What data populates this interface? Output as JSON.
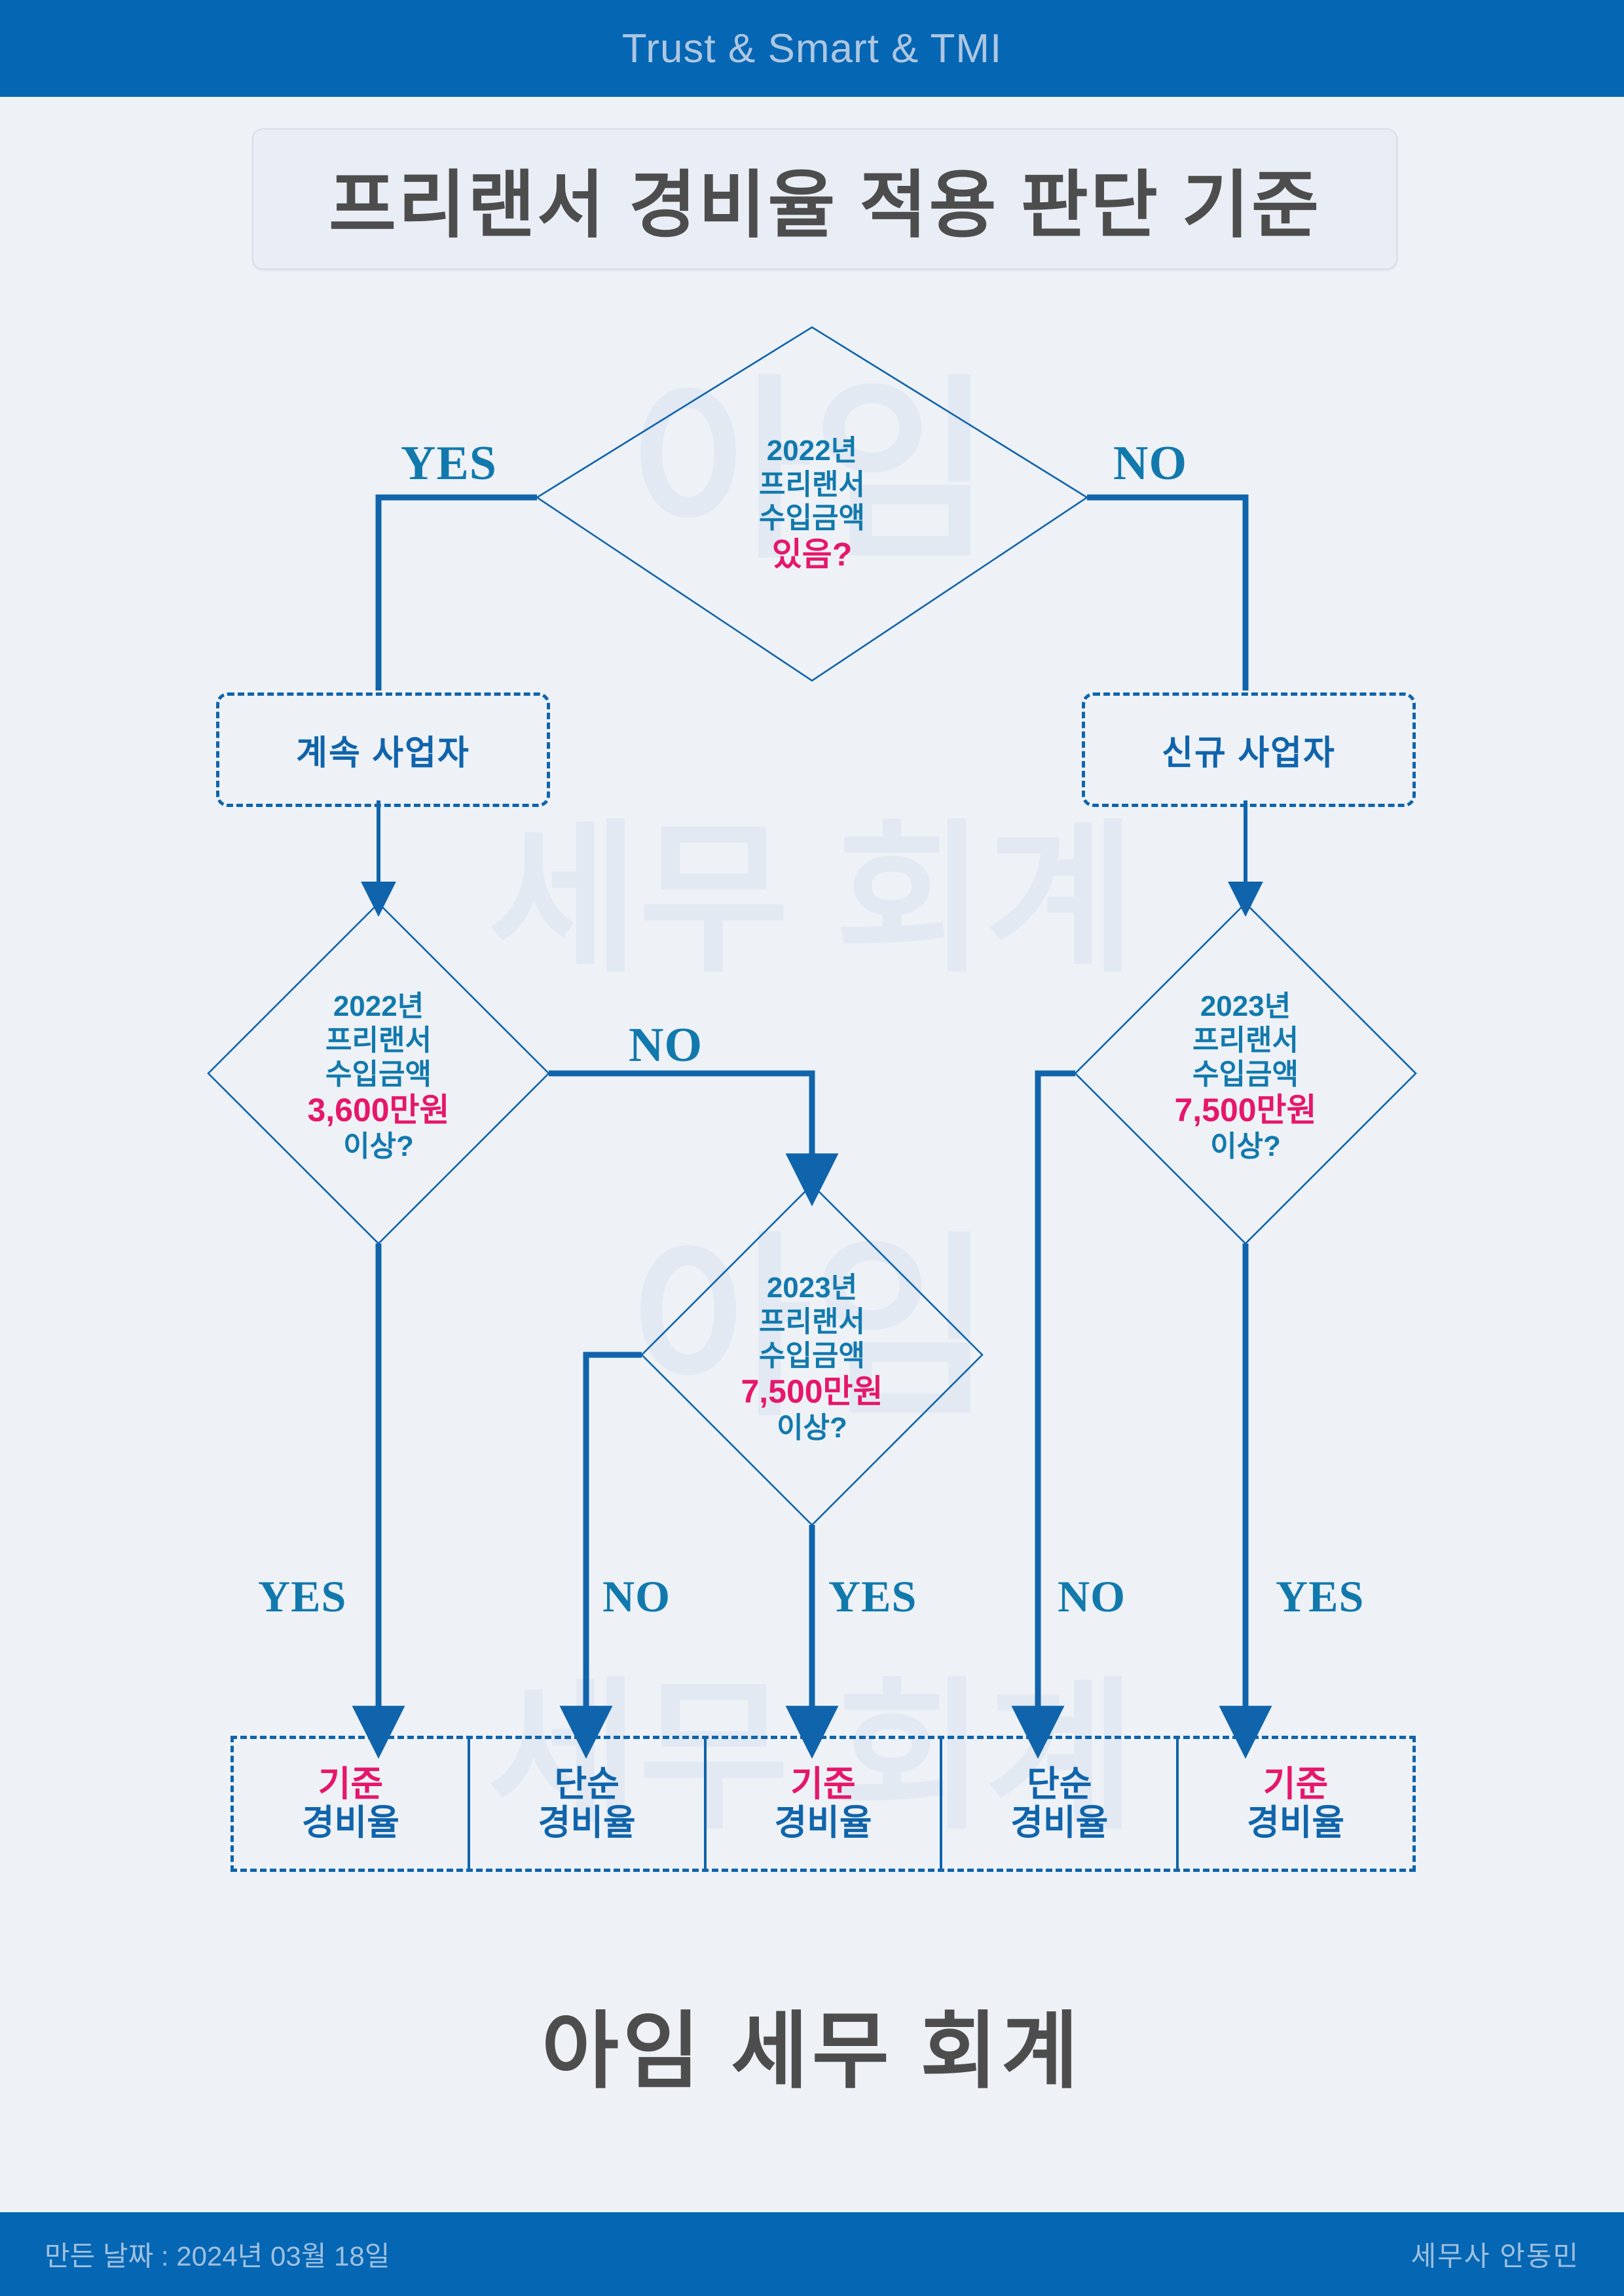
{
  "header": {
    "tagline": "Trust & Smart & TMI"
  },
  "title": {
    "text": "프리랜서 경비율 적용 판단 기준"
  },
  "brand": {
    "text": "아임 세무 회계"
  },
  "watermark": {
    "line1": "아임",
    "line2": "세무 회계",
    "line3": "아임",
    "line4": "세무 회계"
  },
  "footer": {
    "made_date": "만든 날짜 : 2024년 03월 18일",
    "author": "세무사  안동민"
  },
  "flow": {
    "decision_root": {
      "line1": "2022년",
      "line2": "프리랜서",
      "line3": "수입금액",
      "highlight": "있음?"
    },
    "decision_left": {
      "line1": "2022년",
      "line2": "프리랜서",
      "line3": "수입금액",
      "highlight": "3,600만원",
      "line4": "이상?"
    },
    "decision_mid": {
      "line1": "2023년",
      "line2": "프리랜서",
      "line3": "수입금액",
      "highlight": "7,500만원",
      "line4": "이상?"
    },
    "decision_right": {
      "line1": "2023년",
      "line2": "프리랜서",
      "line3": "수입금액",
      "highlight": "7,500만원",
      "line4": "이상?"
    },
    "process_left": {
      "label": "계속 사업자"
    },
    "process_right": {
      "label": "신규 사업자"
    },
    "edges": {
      "root_yes": "YES",
      "root_no": "NO",
      "left_no": "NO",
      "out1": "YES",
      "out2": "NO",
      "out3": "YES",
      "out4": "NO",
      "out5": "YES"
    },
    "results": [
      {
        "top": "기준",
        "bottom": "경비율",
        "tone": "pink"
      },
      {
        "top": "단순",
        "bottom": "경비율",
        "tone": "blue"
      },
      {
        "top": "기준",
        "bottom": "경비율",
        "tone": "pink"
      },
      {
        "top": "단순",
        "bottom": "경비율",
        "tone": "blue"
      },
      {
        "top": "기준",
        "bottom": "경비율",
        "tone": "pink"
      }
    ]
  },
  "colors": {
    "brand_blue": "#0566b4",
    "line_blue": "#1064ab",
    "text_blue": "#1279ad",
    "accent_pink": "#e6176b",
    "page_bg": "#eef2f7",
    "title_gray": "#4d4d4d"
  }
}
